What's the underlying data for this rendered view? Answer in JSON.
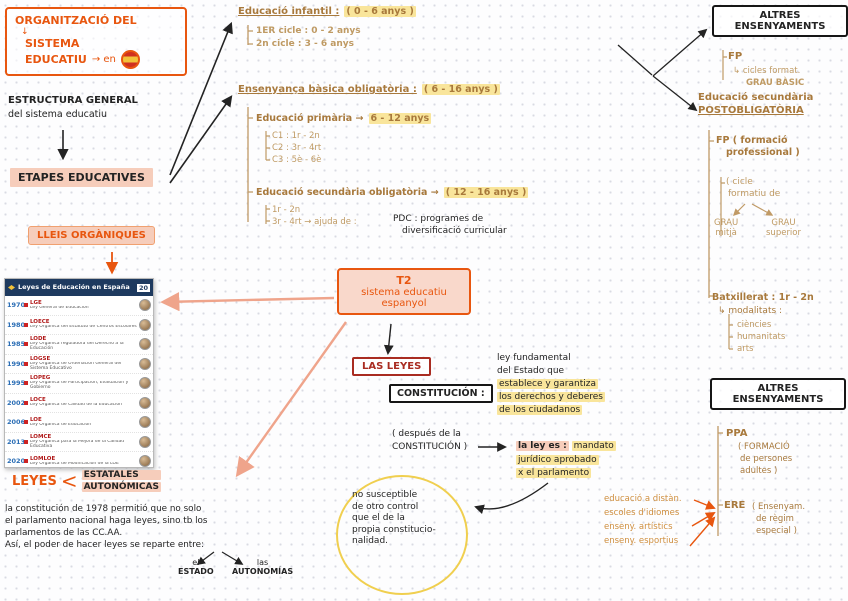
{
  "header_box": {
    "line1": "ORGANITZACIÓ DEL",
    "arrow_down": "↓",
    "line2": "SISTEMA",
    "line3": "EDUCATIU",
    "suffix": "→ en"
  },
  "left": {
    "estructura1": "ESTRUCTURA GENERAL",
    "estructura2": "del sistema educatiu",
    "etapes": "ETAPES EDUCATIVES",
    "lleis": "LLEIS ORGÀNIQUES",
    "leyes": "LEYES",
    "brace": "<",
    "estatales": "ESTATALES",
    "autonomicas": "AUTONÓMICAS",
    "para1": "la constitución de 1978 permitió que no solo",
    "para2": "el parlamento nacional haga leyes, sino tb los",
    "para3": "parlamentos de las CC.AA.",
    "para4": "Así, el poder de hacer leyes se reparte entre:",
    "estado1": "el",
    "estado2": "ESTADO",
    "autonomias1": "las",
    "autonomias2": "AUTONOMÍAS"
  },
  "infographic": {
    "title": "Leyes de Educación en España",
    "badge": "20",
    "rows": [
      {
        "year": "1970",
        "law": "LGE",
        "desc": "Ley General de Educación"
      },
      {
        "year": "1980",
        "law": "LOECE",
        "desc": "Ley Orgánica del Estatuto de Centros Escolares"
      },
      {
        "year": "1985",
        "law": "LODE",
        "desc": "Ley Orgánica reguladora del Derecho a la Educación"
      },
      {
        "year": "1990",
        "law": "LOGSE",
        "desc": "Ley Orgánica de Ordenación General del Sistema Educativo"
      },
      {
        "year": "1995",
        "law": "LOPEG",
        "desc": "Ley Orgánica de Participación, Evaluación y Gobierno"
      },
      {
        "year": "2002",
        "law": "LOCE",
        "desc": "Ley Orgánica de Calidad de la Educación"
      },
      {
        "year": "2006",
        "law": "LOE",
        "desc": "Ley Orgánica de Educación"
      },
      {
        "year": "2013",
        "law": "LOMCE",
        "desc": "Ley Orgánica para la Mejora de la Calidad Educativa"
      },
      {
        "year": "2020",
        "law": "LOMLOE",
        "desc": "Ley Orgánica de Modificación de la LOE"
      }
    ]
  },
  "stages": {
    "infantil_title": "Educació infantil :",
    "infantil_range": "( 0 - 6 anys )",
    "infantil_items": [
      "1ER cicle : 0 - 2 anys",
      "2n cicle : 3 - 6 anys"
    ],
    "basica_title": "Ensenyança bàsica obligatòria :",
    "basica_range": "( 6 - 16 anys )",
    "primaria_title": "Educació primària →",
    "primaria_range": "6 - 12 anys",
    "primaria_items": [
      "C1 : 1r - 2n",
      "C2 : 3r - 4rt",
      "C3 : 5è - 6è"
    ],
    "secundaria_title": "Educació secundària obligatòria →",
    "secundaria_range": "( 12 - 16 anys )",
    "secundaria_item1": "1r - 2n",
    "secundaria_item2": "3r - 4rt → ajuda de :",
    "pdc1": "PDC : programes de",
    "pdc2": "diversificació curricular"
  },
  "t2_box": {
    "line1": "T2",
    "line2": "sistema educatiu",
    "line3": "espanyol"
  },
  "laws": {
    "las_leyes": "LAS LEYES",
    "constitucion": "CONSTITUCIÓN :",
    "def1": "ley fundamental",
    "def2": "del Estado que",
    "def3": "establece y garantiza",
    "def4": "los derechos y deberes",
    "def5": "de los ciudadanos",
    "despues1": "( después de la",
    "despues2": "CONSTITUCIÓN )",
    "laley1a": "la ley es :",
    "laley1b": "mandato",
    "laley2": "jurídico aprobado",
    "laley3": "x el parlamento",
    "circle1": "no susceptible",
    "circle2": "de otro control",
    "circle3": "que el de la",
    "circle4": "propia constitucio-",
    "circle5": "nalidad."
  },
  "right": {
    "altres1a": "ALTRES",
    "altres1b": "ENSENYAMENTS",
    "fp_top": "FP",
    "fp_top_sub1": "↳ cicles format.",
    "fp_top_sub2": "GRAU BÀSIC",
    "post1": "Educació secundària",
    "post2": "POSTOBLIGATÒRIA",
    "fp1": "FP ( formació",
    "fp2": "professional )",
    "cicle1": "( cicle",
    "cicle2": "formatiu de",
    "grau1a": "GRAU",
    "grau1b": "mitjà",
    "grau2a": "GRAU",
    "grau2b": "superior",
    "batxillerat": "Batxillerat : 1r - 2n",
    "modalitats": "↳ modalitats :",
    "mods": [
      "ciències",
      "humanitats",
      "arts"
    ],
    "altres2a": "ALTRES",
    "altres2b": "ENSENYAMENTS",
    "ppa": "PPA",
    "ppa1": "( FORMACIÓ",
    "ppa2": "de persones",
    "ppa3": "adultes )",
    "ere": "ERE",
    "ere1": "( Ensenyam.",
    "ere2": "de règim",
    "ere3": "especial )",
    "ere_list": [
      "educació a distàn.",
      "escoles d'idiomes",
      "enseny. artístics",
      "enseny. esportius"
    ]
  }
}
